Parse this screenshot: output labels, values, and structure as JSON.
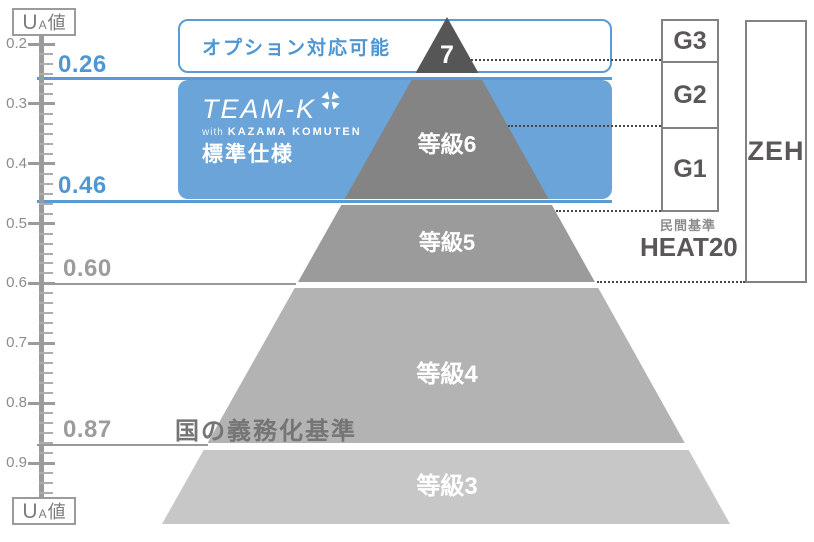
{
  "axis": {
    "label": "UA値",
    "label_u": "U",
    "label_a": "A",
    "label_chi": "値",
    "ticks": [
      "0.2",
      "0.3",
      "0.4",
      "0.5",
      "0.6",
      "0.7",
      "0.8",
      "0.9"
    ],
    "range": [
      0.2,
      0.9
    ]
  },
  "markers": {
    "m026": "0.26",
    "m046": "0.46",
    "m060": "0.60",
    "m087": "0.87"
  },
  "option_box": {
    "label": "オプション対応可能"
  },
  "brand": {
    "name": "TEAM-K",
    "with": "with",
    "company": "KAZAMA KOMUTEN",
    "spec": "標準仕様"
  },
  "mandate": {
    "label": "国の義務化基準"
  },
  "pyramid": {
    "sections": [
      {
        "label": "7",
        "color": "#565657"
      },
      {
        "label": "等級6",
        "color": "#848484"
      },
      {
        "label": "等級5",
        "color": "#9b9b9b"
      },
      {
        "label": "等級4",
        "color": "#b3b3b3"
      },
      {
        "label": "等級3",
        "color": "#c7c7c7"
      }
    ]
  },
  "heat20": {
    "grades": [
      "G3",
      "G2",
      "G1"
    ],
    "caption_small": "民間基準",
    "caption": "HEAT20"
  },
  "zeh": {
    "label": "ZEH"
  },
  "colors": {
    "accent_blue": "#5b9bd5",
    "blue_fill": "#6ba4d8",
    "gray_line": "#999999",
    "dark_text": "#595757",
    "axis_gray": "#9b9b9b"
  },
  "chart_data": {
    "type": "other",
    "subtype": "insulation-grade-pyramid",
    "axis_label": "UA値",
    "axis_range": [
      0.2,
      0.9
    ],
    "levels": [
      {
        "grade": "7",
        "ua_to": 0.26,
        "note": "オプション対応可能"
      },
      {
        "grade": "等級6",
        "ua_from": 0.26,
        "ua_to": 0.46,
        "note": "TEAM-K with KAZAMA KOMUTEN 標準仕様"
      },
      {
        "grade": "等級5",
        "ua_from": 0.46,
        "ua_to": 0.6
      },
      {
        "grade": "等級4",
        "ua_from": 0.6,
        "ua_to": 0.87,
        "note": "国の義務化基準 = 0.87"
      },
      {
        "grade": "等級3",
        "ua_from": 0.87
      }
    ],
    "heat20_grades": [
      {
        "grade": "G3",
        "aligned_ua": 0.26
      },
      {
        "grade": "G2",
        "aligned_ua": 0.46
      },
      {
        "grade": "G1",
        "aligned_ua": null
      }
    ],
    "zeh_ua_to": 0.6
  }
}
